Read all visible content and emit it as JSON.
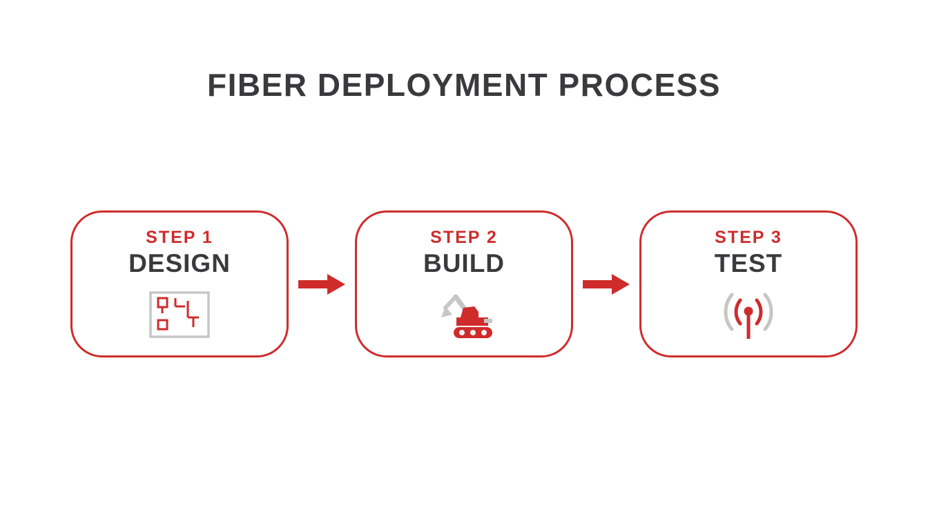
{
  "title": "FIBER DEPLOYMENT PROCESS",
  "colors": {
    "accent_red": "#cf2b2b",
    "text_dark": "#3a3a3c",
    "icon_gray": "#c6c6c6"
  },
  "steps": [
    {
      "step_label": "STEP 1",
      "name": "DESIGN",
      "icon": "blueprint-icon"
    },
    {
      "step_label": "STEP 2",
      "name": "BUILD",
      "icon": "excavator-icon"
    },
    {
      "step_label": "STEP 3",
      "name": "TEST",
      "icon": "antenna-signal-icon"
    }
  ]
}
